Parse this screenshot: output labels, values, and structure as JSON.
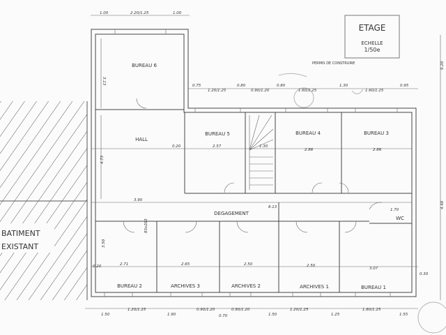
{
  "title_block": {
    "title": "ETAGE",
    "scale_label": "ECHELLE",
    "scale": "1/50e"
  },
  "stamp": {
    "text": "PERMIS DE CONSTRUIRE"
  },
  "existing_building": {
    "line1": "BATIMENT",
    "line2": "EXISTANT"
  },
  "rooms": {
    "bureau6": "BUREAU 6",
    "hall": "HALL",
    "bureau5": "BUREAU 5",
    "bureau4": "BUREAU 4",
    "bureau3": "BUREAU 3",
    "degagement": "DEGAGEMENT",
    "wc": "WC",
    "bureau2": "BUREAU 2",
    "archives3": "ARCHIVES 3",
    "archives2": "ARCHIVES 2",
    "archives1": "ARCHIVES 1",
    "bureau1": "BUREAU 1"
  },
  "dimensions": {
    "top": [
      "1.00",
      "2.20/1.25",
      "1.00"
    ],
    "upper": [
      "0.75",
      "1.20/1.25",
      "0.80",
      "0.90/1.20",
      "0.80",
      "1.60/1.25",
      "1.30",
      "1.60/1.25",
      "0.95"
    ],
    "bottom": [
      "1.50",
      "1.20/1.25",
      "1.90",
      "0.90/1.20",
      "0.70",
      "0.90/1.20",
      "1.50",
      "1.20/1.25",
      "1.25",
      "1.60/1.25",
      "1.55"
    ],
    "interior": {
      "bureau6_height": "3.13",
      "hall_height": "4.73",
      "hall_width": "3.90",
      "b5_offset": "0.20",
      "b5_width": "2.57",
      "stair_width": "1.30",
      "b4_width": "2.86",
      "b3_width": "2.86",
      "corridor_len": "8.13",
      "wc_width": "1.70",
      "b2_width": "2.71",
      "a3_width": "2.65",
      "a2_width": "2.50",
      "a1_width": "2.50",
      "b1_width": "3.07",
      "lower_height": "3.50",
      "left_wall": "0.20",
      "right_wall": "0.30",
      "right_total": "9.20",
      "right_lower": "4.40",
      "door": "83x203"
    }
  }
}
